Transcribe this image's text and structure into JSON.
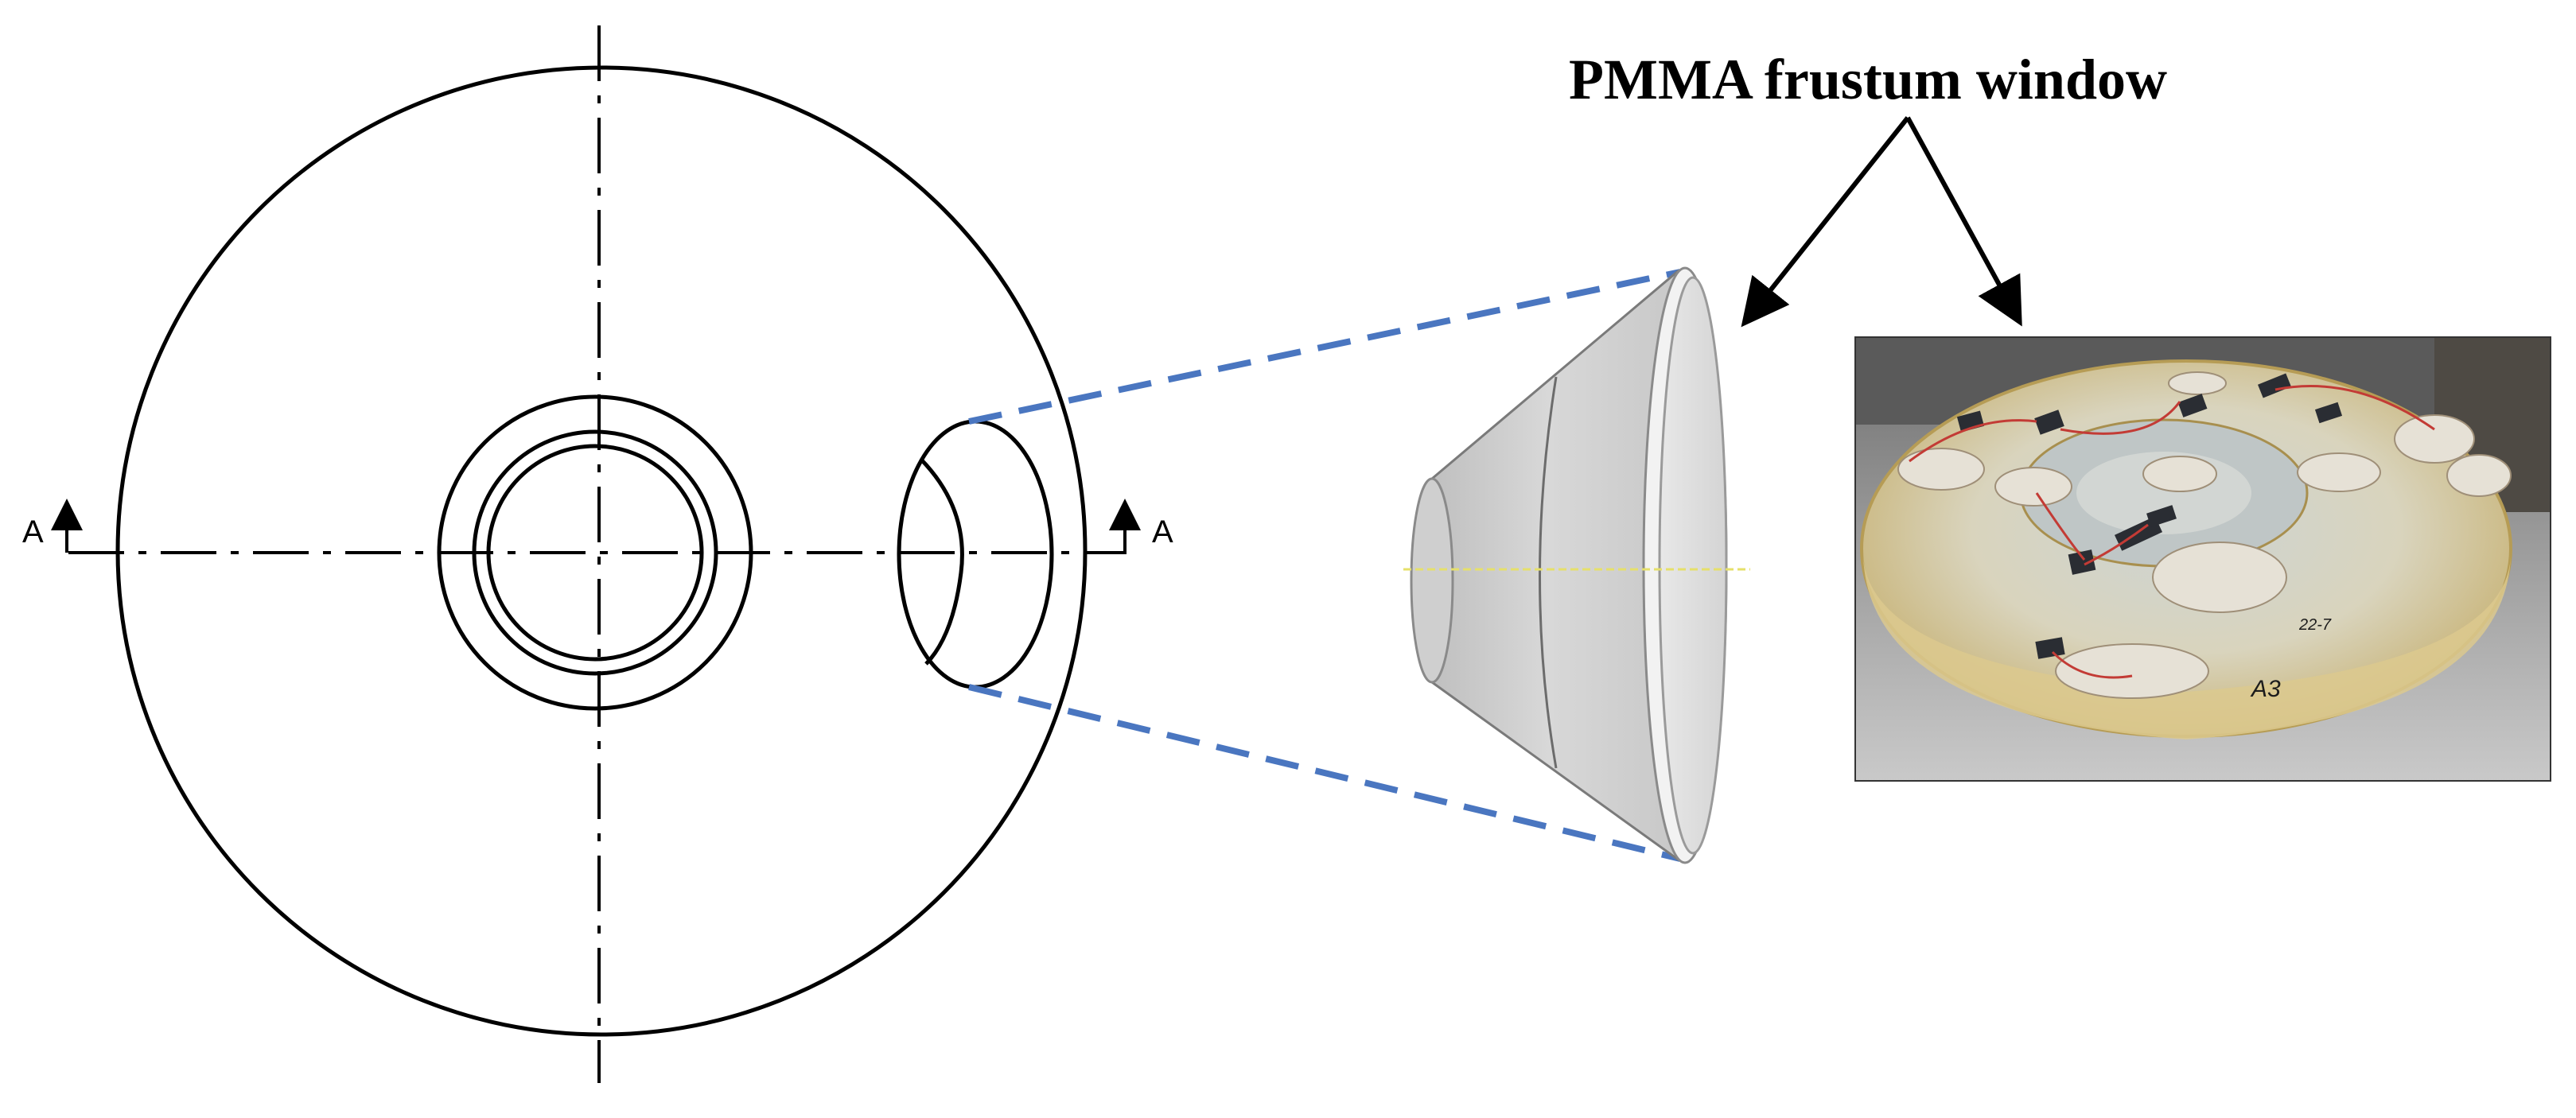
{
  "callout": {
    "label": "PMMA frustum window"
  },
  "drawing": {
    "section_marker_left": "A",
    "section_marker_right": "A"
  },
  "photo": {
    "marks": [
      "A3",
      "22-7"
    ]
  },
  "colors": {
    "line": "#000000",
    "projection_dash": "#4a76c0",
    "frustum_face": "#dcdcdc",
    "frustum_side": "#c4c4c4",
    "photo_background": "#8d8d8d",
    "resin_ring": "#e0d2a6"
  }
}
